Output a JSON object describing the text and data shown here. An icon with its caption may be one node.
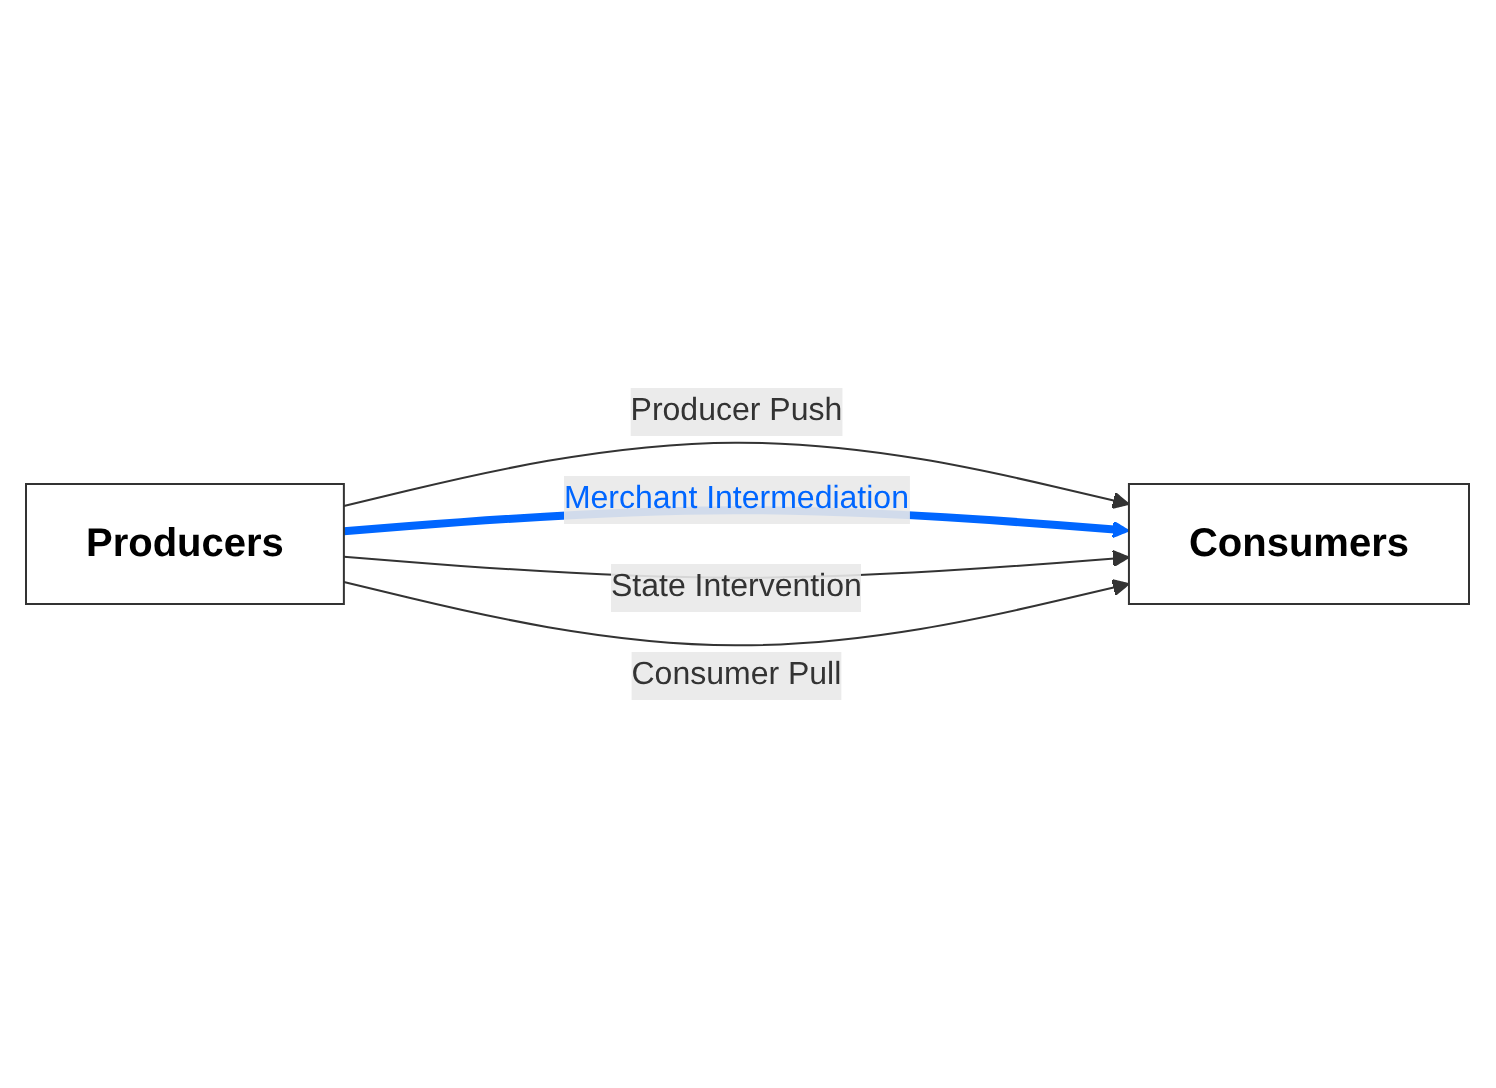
{
  "diagram": {
    "nodes": [
      {
        "text": [
          "Producers"
        ]
      },
      {
        "text": [
          "Consumers"
        ]
      }
    ],
    "edges": [
      {
        "from": 0,
        "to": 1,
        "arrow": "to",
        "label": "Producer Push"
      },
      {
        "from": 0,
        "to": 1,
        "arrow": "to",
        "label": "Merchant Intermediation",
        "style": "thick",
        "color": "#0066ff"
      },
      {
        "from": 0,
        "to": 1,
        "arrow": "to",
        "label": "State Intervention"
      },
      {
        "from": 0,
        "to": 1,
        "arrow": "to",
        "label": "Consumer Pull"
      }
    ]
  }
}
